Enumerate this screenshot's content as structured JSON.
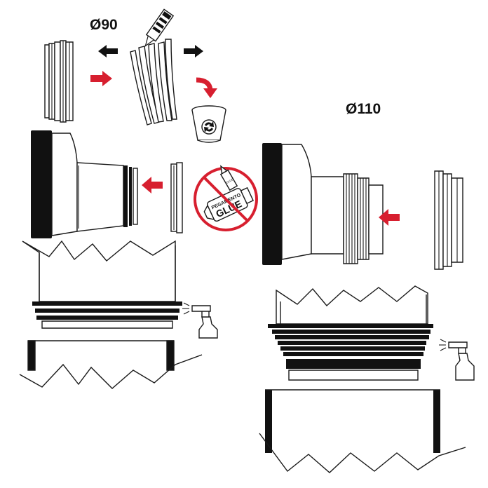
{
  "labels": {
    "d90": "Ø90",
    "d110": "Ø110"
  },
  "glue_sign": {
    "line1": "PEGAMENTO",
    "line2": "GLUE",
    "tube_text": "GLUE"
  },
  "colors": {
    "accent_red": "#d71f2f",
    "ink": "#111111",
    "background": "#ffffff"
  },
  "icons": {
    "recycle": "recycle-icon",
    "cutter": "utility-knife-icon",
    "spray": "spray-bottle-icon"
  }
}
